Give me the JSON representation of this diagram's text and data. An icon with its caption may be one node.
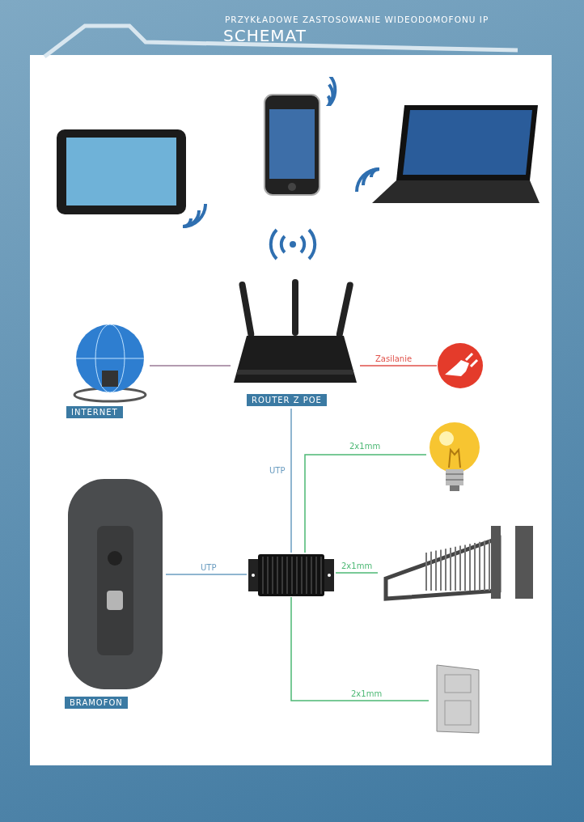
{
  "diagram": {
    "title": "PRZYKŁADOWE ZASTOSOWANIE WIDEODOMOFONU IP",
    "nodes": [
      {
        "text": [],
        "shape": "picture"
      },
      {
        "text": [],
        "shape": "picture"
      },
      {
        "text": [],
        "shape": "picture"
      },
      {
        "text": [
          "ROUTER Z POE"
        ]
      },
      {
        "text": [
          "INTERNET"
        ]
      },
      {
        "text": [],
        "shape": "picture"
      },
      {
        "text": [],
        "shape": "picture"
      },
      {
        "text": [
          "BRAMOFON"
        ]
      },
      {
        "text": [],
        "shape": "picture"
      },
      {
        "text": [],
        "shape": "picture"
      },
      {
        "text": [],
        "shape": "picture"
      }
    ],
    "edges": [
      {
        "from": 4,
        "to": 3,
        "arrow": "none",
        "color": "#9a7a96"
      },
      {
        "from": 3,
        "to": 5,
        "label": "Zasilanie",
        "arrow": "none",
        "color": "#e0514a"
      },
      {
        "from": 3,
        "to": 8,
        "label": "UTP",
        "arrow": "none",
        "color": "#6a9cc0"
      },
      {
        "from": 7,
        "to": 8,
        "label": "UTP",
        "arrow": "none",
        "color": "#6a9cc0"
      },
      {
        "from": 8,
        "to": 6,
        "label": "2x1mm",
        "arrow": "none"
      },
      {
        "from": 8,
        "to": 9,
        "label": "2x1mm",
        "arrow": "none"
      },
      {
        "from": 8,
        "to": 10,
        "label": "2x1mm",
        "arrow": "none"
      }
    ],
    "labels": [
      "SCHEMAT"
    ]
  }
}
